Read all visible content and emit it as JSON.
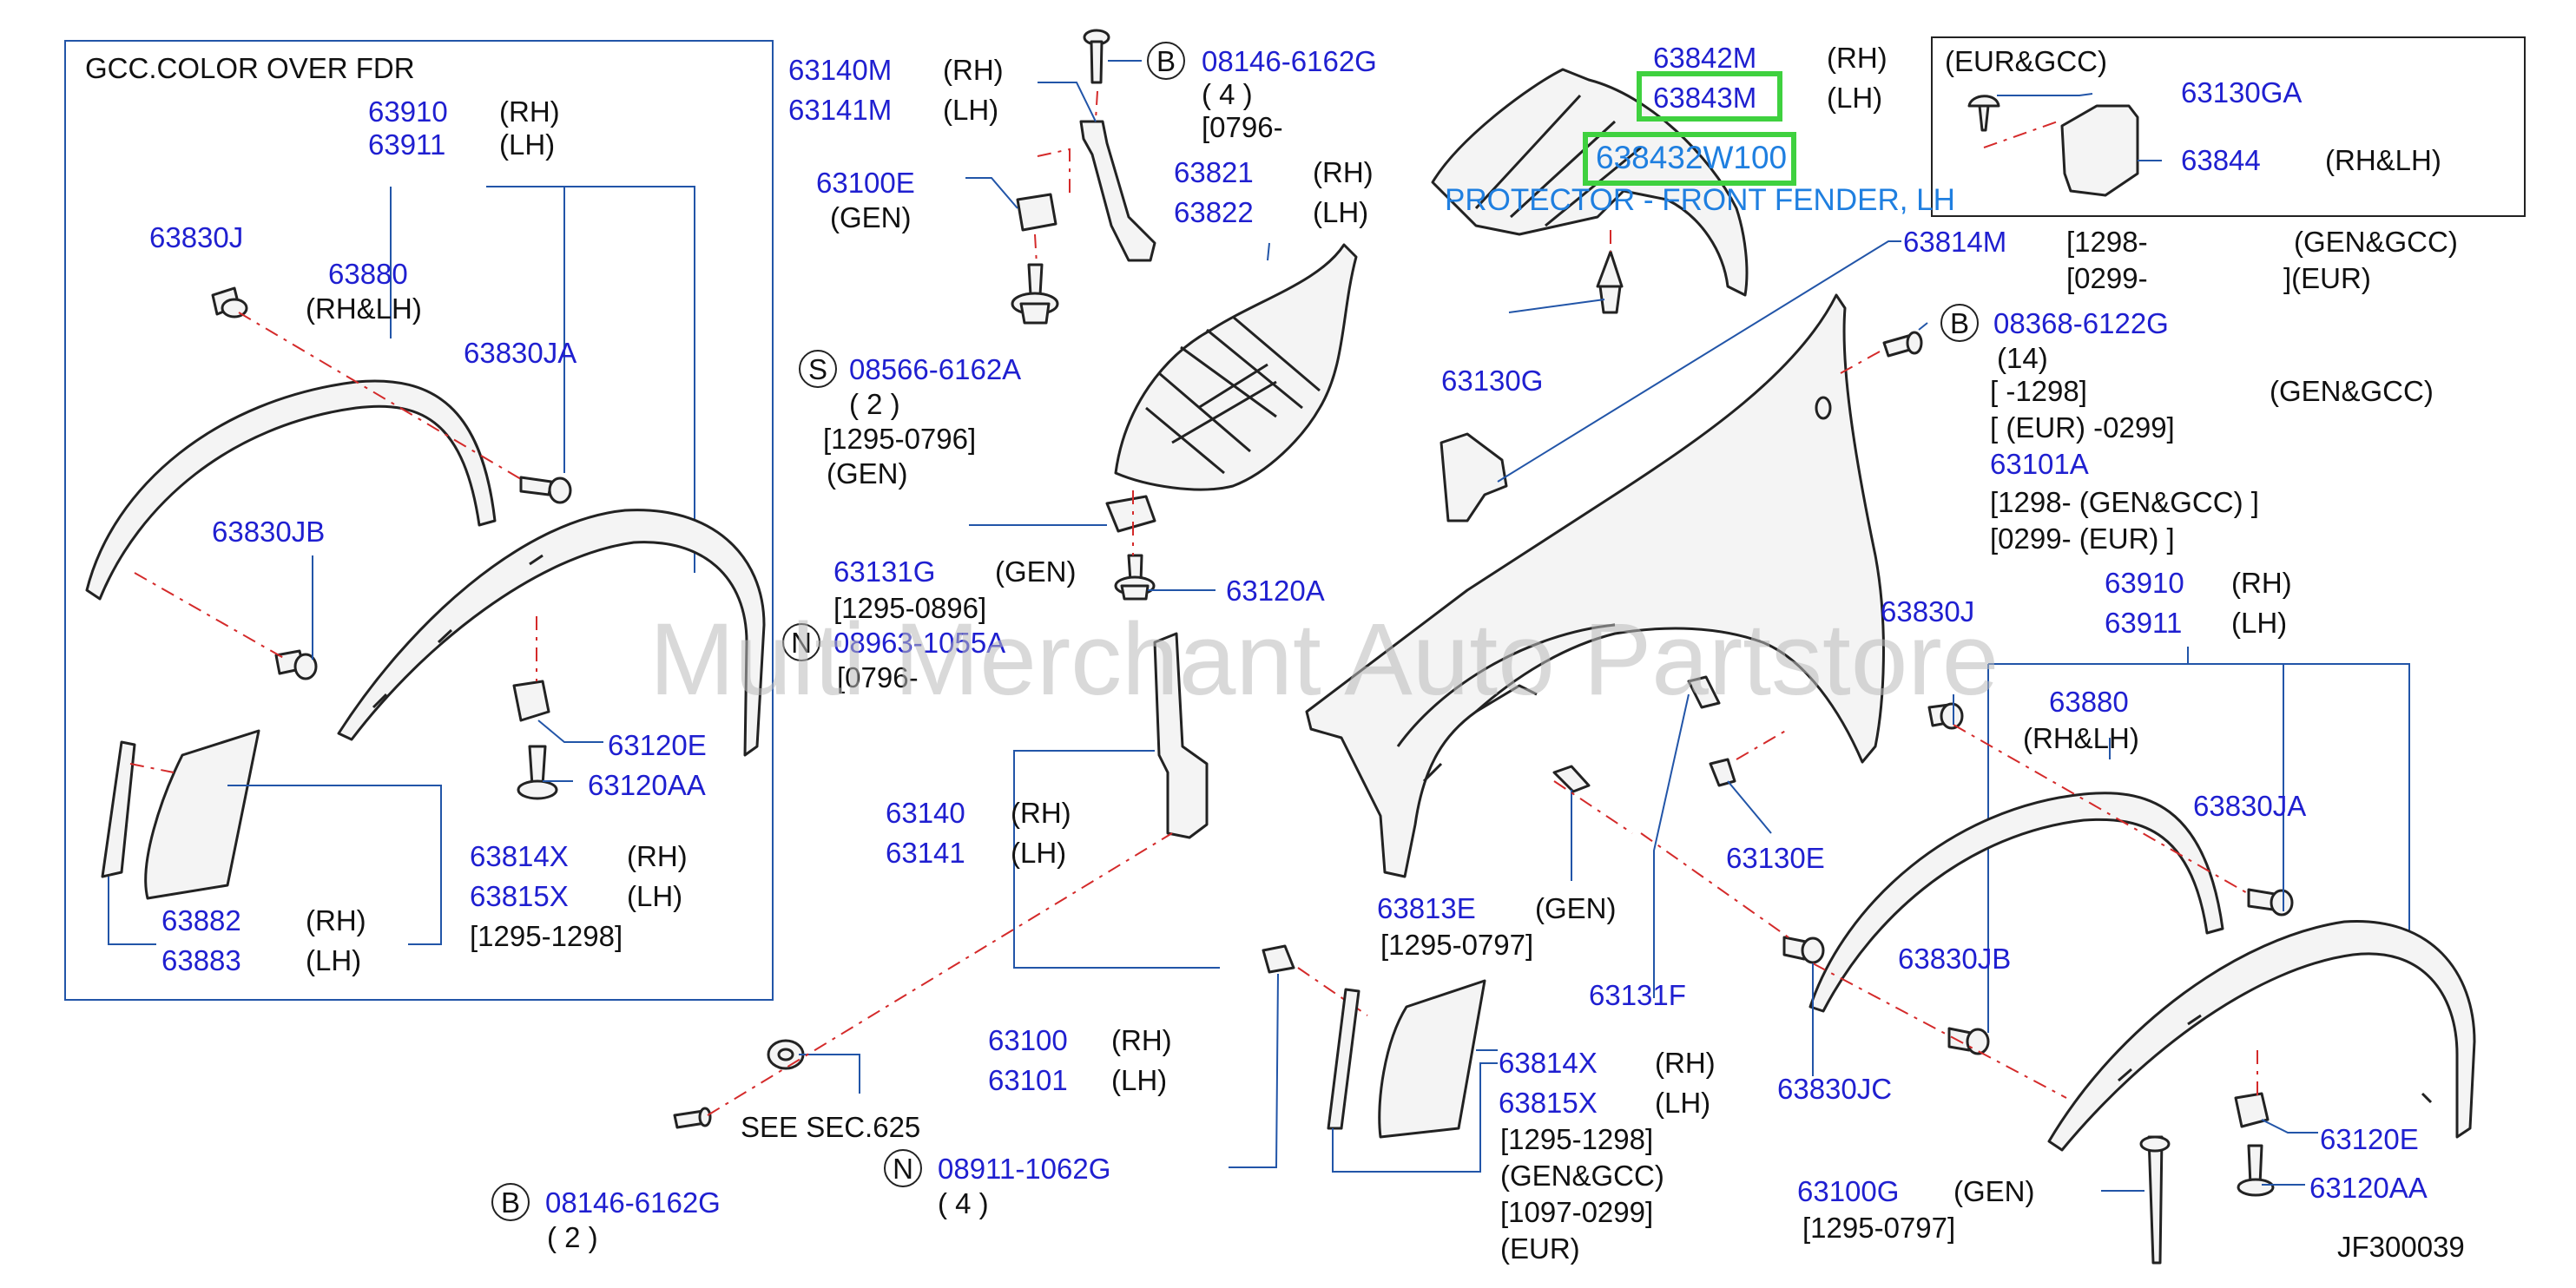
{
  "watermark": "Multi Merchant Auto Partstore",
  "diagram_code": "JF300039",
  "highlight": {
    "outline_color": "#3fd13f",
    "selected_part": "638432W100",
    "selected_description": "PROTECTOR - FRONT FENDER, LH"
  },
  "colors": {
    "part_number": "#1f1fd0",
    "leader": "#2255a8",
    "dash": "#d42a2a"
  },
  "inset_left": {
    "title": "GCC.COLOR   OVER   FDR",
    "t_63910": "63910",
    "t_63910s": "(RH)",
    "t_63911": "63911",
    "t_63911s": "(LH)",
    "t_63830J": "63830J",
    "t_63880": "63880",
    "t_63880s": "(RH&LH)",
    "t_63830JA": "63830JA",
    "t_63830JB": "63830JB",
    "t_63120E": "63120E",
    "t_63120AA": "63120AA",
    "t_63814X": "63814X",
    "t_63814Xs": "(RH)",
    "t_63815X": "63815X",
    "t_63815Xs": "(LH)",
    "t_range": "[1295-1298]",
    "t_63882": "63882",
    "t_63882s": "(RH)",
    "t_63883": "63883",
    "t_63883s": "(LH)"
  },
  "inset_right": {
    "title": "(EUR&GCC)",
    "t_63130GA": "63130GA",
    "t_63844": "63844",
    "t_63844s": "(RH&LH)"
  },
  "center": {
    "t_63140M": "63140M",
    "t_63140Ms": "(RH)",
    "t_63141M": "63141M",
    "t_63141Ms": "(LH)",
    "badge_B1": "B",
    "t_08146_1": "08146-6162G",
    "t_q4a": "( 4 )",
    "t_r0796": "[0796-",
    "t_63100E": "63100E",
    "t_gen1": "(GEN)",
    "t_63821": "63821",
    "t_63821s": "(RH)",
    "t_63822": "63822",
    "t_63822s": "(LH)",
    "badge_S": "S",
    "t_08566": "08566-6162A",
    "t_q2a": "( 2 )",
    "t_r1295_0796": "[1295-0796]",
    "t_gen2": "(GEN)",
    "t_63131G": "63131G",
    "t_gen3": "(GEN)",
    "t_r1295_0896": "[1295-0896]",
    "t_63120A": "63120A",
    "badge_N1": "N",
    "t_08963": "08963-1055A",
    "t_r0796b": "[0796-",
    "t_63140": "63140",
    "t_63140s": "(RH)",
    "t_63141": "63141",
    "t_63141s": "(LH)",
    "t_63100": "63100",
    "t_63100s": "(RH)",
    "t_63101": "63101",
    "t_63101s": "(LH)",
    "t_see": "SEE   SEC.625",
    "badge_B2": "B",
    "t_08146_2": "08146-6162G",
    "t_q2b": "( 2 )",
    "badge_N2": "N",
    "t_08911": "08911-1062G",
    "t_q4b": "( 4 )"
  },
  "right": {
    "t_63842M": "63842M",
    "t_63842Ms": "(RH)",
    "t_63843M": "63843M",
    "t_63843Ms": "(LH)",
    "t_63814M": "63814M",
    "t_r1298": "[1298-",
    "t_gengcc1": "(GEN&GCC)",
    "t_r0299": "[0299-",
    "t_eur1": "](EUR)",
    "t_63130G": "63130G",
    "badge_B3": "B",
    "t_08368": "08368-6122G",
    "t_q14": "(14)",
    "t_rA1": "[          -1298]",
    "t_gengcc2": "(GEN&GCC)",
    "t_rA2": "[   (EUR)   -0299]",
    "t_63101A": "63101A",
    "t_rA3": "[1298-   (GEN&GCC)   ]",
    "t_rA4": "[0299-   (EUR)   ]",
    "t_63910": "63910",
    "t_63910s": "(RH)",
    "t_63911": "63911",
    "t_63911s": "(LH)",
    "t_63830J": "63830J",
    "t_63880": "63880",
    "t_63880s": "(RH&LH)",
    "t_63830JA": "63830JA",
    "t_63130E": "63130E",
    "t_63813E": "63813E",
    "t_gen4": "(GEN)",
    "t_r1295_0797": "[1295-0797]",
    "t_63131F": "63131F",
    "t_63830JB": "63830JB",
    "t_63830JC": "63830JC",
    "t_63814X": "63814X",
    "t_63814Xs": "(RH)",
    "t_63815X": "63815X",
    "t_63815Xs": "(LH)",
    "t_r1295_1298": "[1295-1298]",
    "t_gengcc3": "(GEN&GCC)",
    "t_r1097_0299": "[1097-0299]",
    "t_eur2": "(EUR)",
    "t_63120E": "63120E",
    "t_63120AA": "63120AA",
    "t_63100G": "63100G",
    "t_gen5": "(GEN)",
    "t_r1295_0797b": "[1295-0797]"
  }
}
